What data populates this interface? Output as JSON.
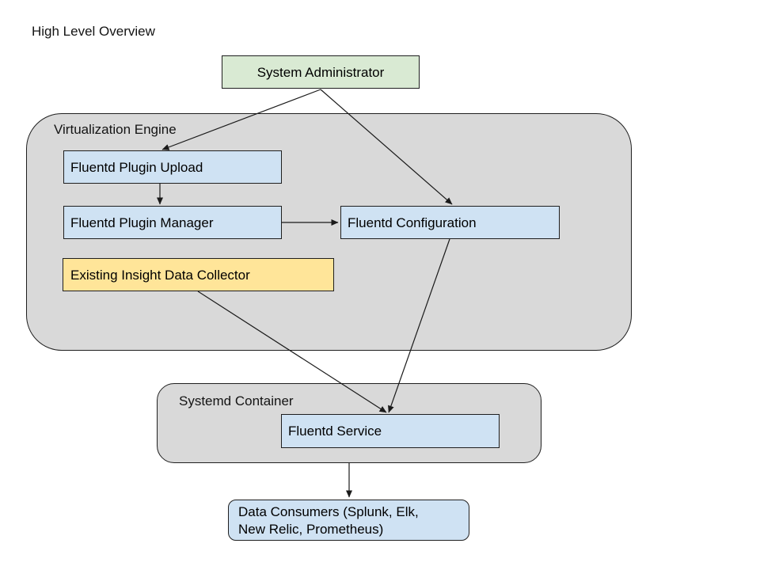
{
  "page": {
    "title": "High Level Overview",
    "background_color": "#ffffff"
  },
  "colors": {
    "node_blue": "#cfe2f3",
    "node_green": "#d9ead3",
    "node_yellow": "#ffe599",
    "container_gray": "#d9d9d9",
    "border": "#1f1f1f",
    "text": "#000000"
  },
  "diagram": {
    "containers": {
      "virtualization_engine": {
        "label": "Virtualization Engine",
        "color": "#d9d9d9"
      },
      "systemd_container": {
        "label": "Systemd Container",
        "color": "#d9d9d9"
      }
    },
    "nodes": {
      "system_administrator": {
        "label": "System Administrator",
        "color": "#d9ead3"
      },
      "fluentd_plugin_upload": {
        "label": "Fluentd Plugin Upload",
        "color": "#cfe2f3"
      },
      "fluentd_plugin_manager": {
        "label": "Fluentd Plugin Manager",
        "color": "#cfe2f3"
      },
      "fluentd_configuration": {
        "label": "Fluentd Configuration",
        "color": "#cfe2f3"
      },
      "existing_insight_data_collector": {
        "label": "Existing Insight Data Collector",
        "color": "#ffe599"
      },
      "fluentd_service": {
        "label": "Fluentd Service",
        "color": "#cfe2f3"
      },
      "data_consumers": {
        "label_line1": "Data Consumers (Splunk, Elk,",
        "label_line2": "New Relic, Prometheus)",
        "color": "#cfe2f3"
      }
    },
    "edges": [
      {
        "from": "system_administrator",
        "to": "fluentd_plugin_upload"
      },
      {
        "from": "system_administrator",
        "to": "fluentd_configuration"
      },
      {
        "from": "fluentd_plugin_upload",
        "to": "fluentd_plugin_manager"
      },
      {
        "from": "fluentd_plugin_manager",
        "to": "fluentd_configuration"
      },
      {
        "from": "existing_insight_data_collector",
        "to": "fluentd_service"
      },
      {
        "from": "fluentd_configuration",
        "to": "fluentd_service"
      },
      {
        "from": "fluentd_service",
        "to": "data_consumers"
      }
    ]
  }
}
